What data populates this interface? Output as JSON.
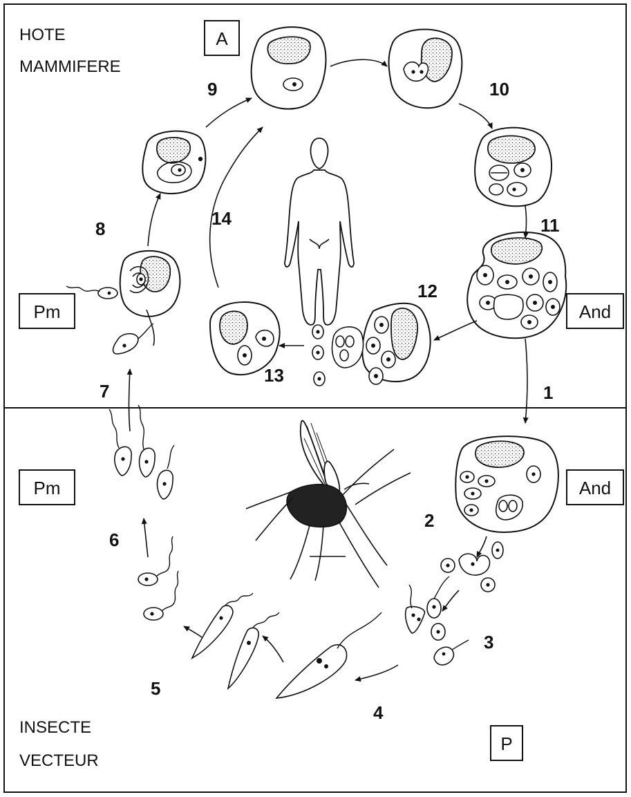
{
  "region_labels": {
    "top_line1": "HOTE",
    "top_line2": "MAMMIFERE",
    "bottom_line1": "INSECTE",
    "bottom_line2": "VECTEUR"
  },
  "boxed_labels": {
    "a": "A",
    "pm_top": "Pm",
    "pm_bottom": "Pm",
    "and_top": "And",
    "and_bottom": "And",
    "p": "P"
  },
  "stage_numbers": [
    "1",
    "2",
    "3",
    "4",
    "5",
    "6",
    "7",
    "8",
    "9",
    "10",
    "11",
    "12",
    "13",
    "14"
  ],
  "icons": {
    "human": "human-silhouette-icon",
    "insect": "sandfly-icon"
  },
  "colors": {
    "ink": "#111111",
    "background": "#ffffff"
  }
}
